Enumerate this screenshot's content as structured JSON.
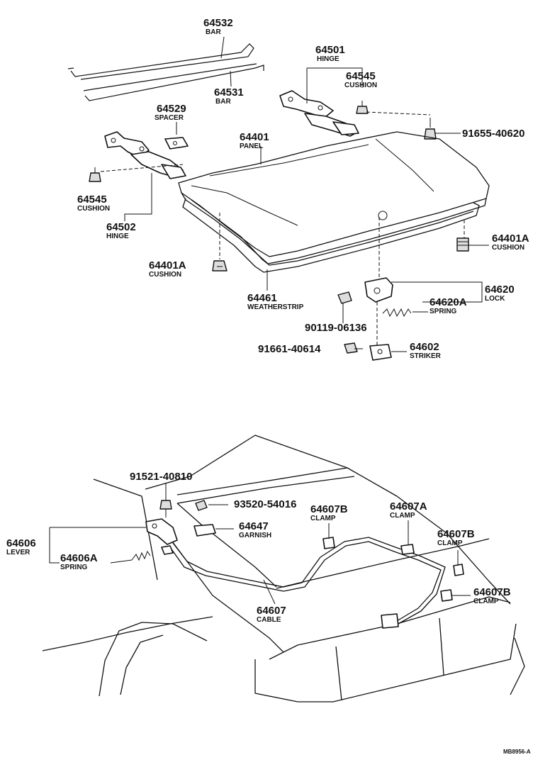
{
  "labels": {
    "p64532": {
      "number": "64532",
      "name": "BAR"
    },
    "p64531": {
      "number": "64531",
      "name": "BAR"
    },
    "p64529": {
      "number": "64529",
      "name": "SPACER"
    },
    "p64501": {
      "number": "64501",
      "name": "HINGE"
    },
    "p64545a": {
      "number": "64545",
      "name": "CUSHION"
    },
    "p91655": {
      "number": "91655-40620",
      "name": ""
    },
    "p64401": {
      "number": "64401",
      "name": "PANEL"
    },
    "p64545b": {
      "number": "64545",
      "name": "CUSHION"
    },
    "p64502": {
      "number": "64502",
      "name": "HINGE"
    },
    "p64401a_r": {
      "number": "64401A",
      "name": "CUSHION"
    },
    "p64401a_l": {
      "number": "64401A",
      "name": "CUSHION"
    },
    "p64461": {
      "number": "64461",
      "name": "WEATHERSTRIP"
    },
    "p64620": {
      "number": "64620",
      "name": "LOCK"
    },
    "p64620a": {
      "number": "64620A",
      "name": "SPRING"
    },
    "p90119": {
      "number": "90119-06136",
      "name": ""
    },
    "p91661": {
      "number": "91661-40614",
      "name": ""
    },
    "p64602": {
      "number": "64602",
      "name": "STRIKER"
    },
    "p91521": {
      "number": "91521-40810",
      "name": ""
    },
    "p93520": {
      "number": "93520-54016",
      "name": ""
    },
    "p64647": {
      "number": "64647",
      "name": "GARNISH"
    },
    "p64607b_1": {
      "number": "64607B",
      "name": "CLAMP"
    },
    "p64607a": {
      "number": "64607A",
      "name": "CLAMP"
    },
    "p64607b_2": {
      "number": "64607B",
      "name": "CLAMP"
    },
    "p64606": {
      "number": "64606",
      "name": "LEVER"
    },
    "p64606a": {
      "number": "64606A",
      "name": "SPRING"
    },
    "p64607b_3": {
      "number": "64607B",
      "name": "CLAMP"
    },
    "p64607": {
      "number": "64607",
      "name": "CABLE"
    }
  },
  "figure_ref": "MB8956-A"
}
